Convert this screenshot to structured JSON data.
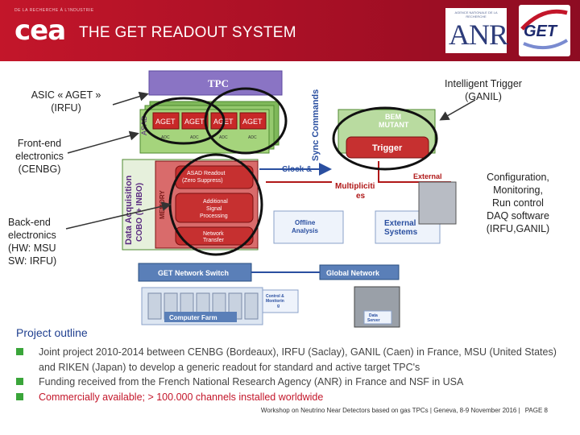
{
  "header": {
    "cea_small": "DE LA RECHERCHE À L'INDUSTRIE",
    "cea_logo": "cea",
    "title": "THE GET READOUT SYSTEM",
    "anr_small": "AGENCE NATIONALE DE LA RECHERCHE",
    "anr_logo": "ANR",
    "get_logo": "GET",
    "colors": {
      "bar": "#c3162a",
      "logo_blue": "#2d3c7a"
    }
  },
  "labels": {
    "asic": "ASIC « AGET »\n(IRFU)",
    "frontend": "Front-end\nelectronics\n(CENBG)",
    "backend": "Back-end\nelectronics\n(HW: MSU\nSW: IRFU)",
    "trigger": "Intelligent Trigger\n(GANIL)",
    "config": "Configuration,\nMonitoring,\nRun control\nDAQ software\n(IRFU,GANIL)"
  },
  "diagram": {
    "tpc": "TPC",
    "asad": "ASAD",
    "aget": [
      "AGET",
      "AGET",
      "AGET",
      "AGET"
    ],
    "adc": [
      "ADC",
      "ADC",
      "ADC",
      "ADC"
    ],
    "cobo": "COBO (+ INBO)",
    "daq": "Data Acquisition",
    "memory": "MEMORY",
    "asad_readout": "ASAD Readout\n(Zero Suppress)",
    "signal_processing": "Additional\nSignal\nProcessing",
    "network_transfer": "Network\nTransfer",
    "bem": "BEM\nMUTANT",
    "trigger_box": "Trigger",
    "sync": "Sync Commands",
    "clock": "Clock &",
    "external": "External",
    "multiplicities": "Multipliciti\nes",
    "offline": "Offline\nAnalysis",
    "external_systems": "External\nSystems",
    "get_network_switch": "GET Network Switch",
    "global_network": "Global Network",
    "computer_farm": "Computer Farm",
    "control_monitoring": "Control &\nMonitorin\ng",
    "data_server": "Data\nServer"
  },
  "outline": {
    "title": "Project outline",
    "bullets": [
      "Joint project 2010-2014 between CENBG (Bordeaux), IRFU (Saclay), GANIL (Caen) in France, MSU (United States) and RIKEN (Japan) to develop a generic readout for standard and active target TPC's",
      "Funding received from the French National Research Agency (ANR) in France and NSF in USA",
      "Commercially available; > 100.000 channels installed worldwide"
    ]
  },
  "footer": {
    "text": "Workshop on Neutrino Near Detectors based on gas TPCs | Geneva, 8-9 November 2016 |",
    "page": "PAGE 8"
  }
}
